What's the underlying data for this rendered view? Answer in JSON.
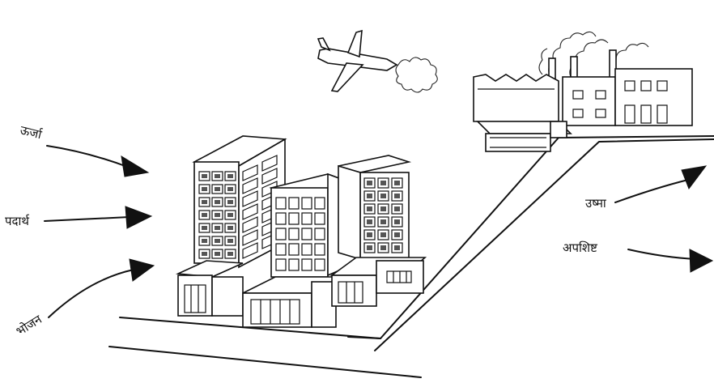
{
  "labels": {
    "energy": "ऊर्जा",
    "matter": "पदार्थ",
    "food": "भोजन",
    "heat": "उष्मा",
    "waste": "अपशिष्ट"
  },
  "colors": {
    "ink": "#111111",
    "paper": "#ffffff"
  }
}
